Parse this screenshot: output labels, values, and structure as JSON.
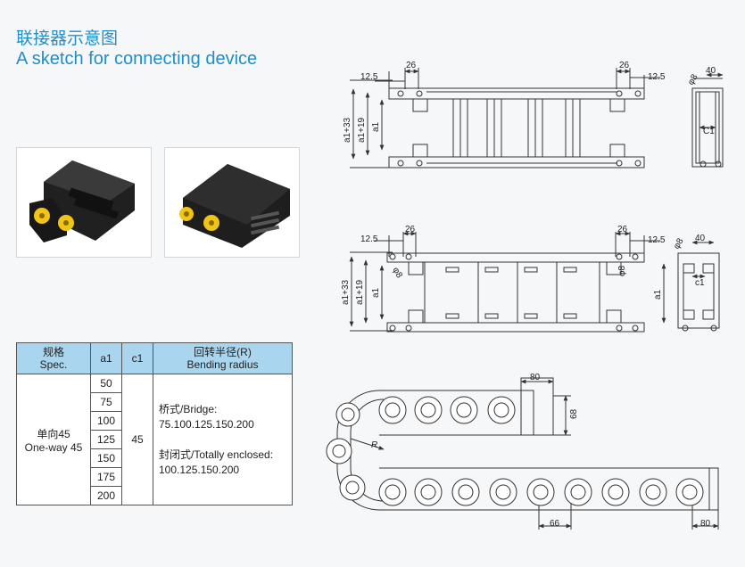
{
  "title": {
    "cn": "联接器示意图",
    "en": "A sketch for connecting device"
  },
  "table": {
    "headers": {
      "spec_cn": "规格",
      "spec_en": "Spec.",
      "a1": "a1",
      "c1": "c1",
      "radius_cn": "回转半径(R)",
      "radius_en": "Bending radius"
    },
    "spec_cn": "单向45",
    "spec_en": "One-way 45",
    "a1_values": [
      "50",
      "75",
      "100",
      "125",
      "150",
      "175",
      "200"
    ],
    "c1_value": "45",
    "bridge_label": "桥式/Bridge:",
    "bridge_values": "75.100.125.150.200",
    "enclosed_label": "封闭式/Totally enclosed:",
    "enclosed_values": "100.125.150.200"
  },
  "drawing_top": {
    "dim_12_5_left": "12.5",
    "dim_26_left": "26",
    "dim_26_right": "26",
    "dim_12_5_right": "12.5",
    "dim_a1_33": "a1+33",
    "dim_a1_19": "a1+19",
    "dim_a1": "a1",
    "side_phi8": "φ8",
    "side_40": "40",
    "side_c1": "C1"
  },
  "drawing_mid": {
    "dim_12_5_left": "12.5",
    "dim_26_left": "26",
    "dim_26_right": "26",
    "dim_12_5_right": "12.5",
    "dim_a1_33": "a1+33",
    "dim_a1_19": "a1+19",
    "dim_a1": "a1",
    "phi8_left": "φ8",
    "phi8_right": "φ8",
    "side_phi8": "φ8",
    "side_40": "40",
    "side_c1": "c1",
    "side_a1": "a1"
  },
  "drawing_bottom": {
    "dim_80_top": "80",
    "dim_68": "68",
    "label_r": "R",
    "dim_66": "66",
    "dim_80_bottom": "80"
  }
}
